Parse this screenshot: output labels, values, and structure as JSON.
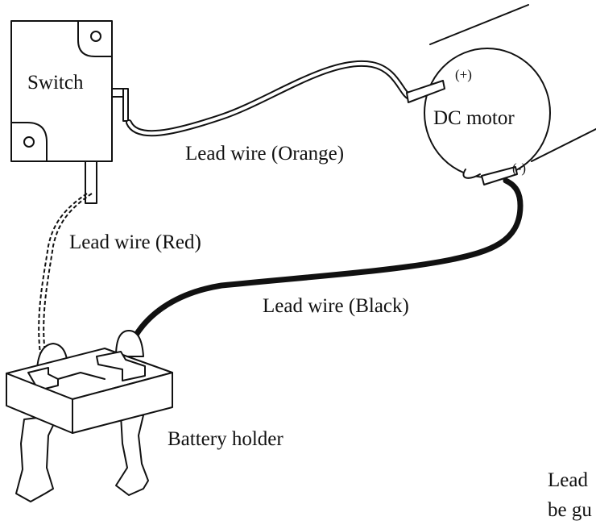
{
  "labels": {
    "switch": "Switch",
    "dc_motor": "DC motor",
    "plus": "(+)",
    "minus": "(-)",
    "wire_orange": "Lead wire (Orange)",
    "wire_red": "Lead wire (Red)",
    "wire_black": "Lead wire (Black)",
    "battery_holder": "Battery holder",
    "partial_line1": "Lead",
    "partial_line2": "be gu"
  }
}
